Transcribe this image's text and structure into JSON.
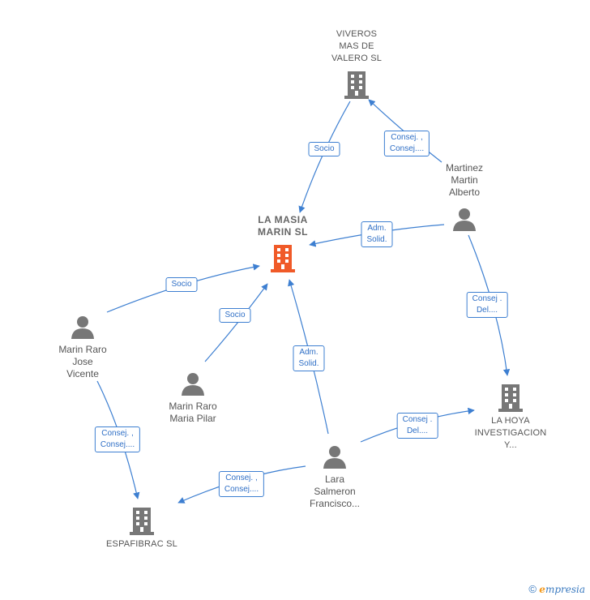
{
  "nodes": {
    "viveros": {
      "label": "VIVEROS\nMAS DE\nVALERO SL",
      "type": "company"
    },
    "lamasia": {
      "label": "LA MASIA\nMARIN  SL",
      "type": "company-main"
    },
    "martinez": {
      "label": "Martinez\nMartin\nAlberto",
      "type": "person"
    },
    "marinraro_jose": {
      "label": "Marin Raro\nJose\nVicente",
      "type": "person"
    },
    "marinraro_maria": {
      "label": "Marin Raro\nMaria Pilar",
      "type": "person"
    },
    "lahoya": {
      "label": "LA HOYA\nINVESTIGACION\nY...",
      "type": "company"
    },
    "lara": {
      "label": "Lara\nSalmeron\nFrancisco...",
      "type": "person"
    },
    "espafibrac": {
      "label": "ESPAFIBRAC SL",
      "type": "company"
    }
  },
  "edges": {
    "viveros_lamasia": "Socio",
    "martinez_viveros": "Consej. ,\nConsej....",
    "martinez_lamasia": "Adm.\nSolid.",
    "martinez_lahoya": "Consej .\nDel....",
    "jose_lamasia": "Socio",
    "maria_lamasia": "Socio",
    "lara_lamasia": "Adm.\nSolid.",
    "lara_lahoya": "Consej .\nDel....",
    "jose_espafibrac": "Consej. ,\nConsej....",
    "lara_espafibrac": "Consej. ,\nConsej...."
  },
  "footer": {
    "copyright": "©",
    "brand_e": "e",
    "brand_rest": "mpresia"
  },
  "colors": {
    "edge": "#3d7fd1",
    "company": "#777777",
    "main_company": "#f05a28",
    "person": "#777777"
  }
}
